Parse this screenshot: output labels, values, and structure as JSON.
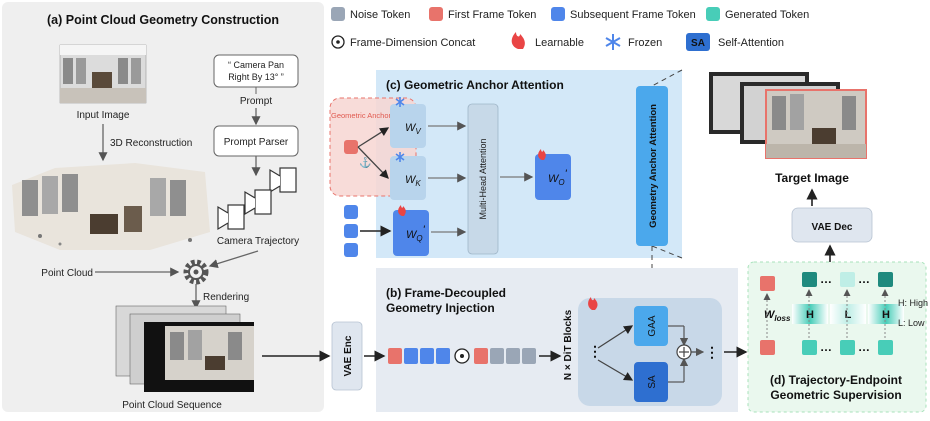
{
  "legend": {
    "noise_token": "Noise Token",
    "first_frame_token": "First Frame Token",
    "subsequent_frame_token": "Subsequent Frame Token",
    "generated_token": "Generated Token",
    "frame_dimension_concat": "Frame-Dimension Concat",
    "learnable": "Learnable",
    "frozen": "Frozen",
    "sa_badge": "SA",
    "self_attention": "Self-Attention"
  },
  "colors": {
    "noise": "#9aa6b6",
    "first_frame": "#e8736b",
    "subsequent": "#4f86ea",
    "generated": "#48cdb8",
    "dark_teal": "#1f8a7e",
    "panel_a": "#efefef",
    "panel_b": "#e6ebf2",
    "panel_c": "#d3e8f8",
    "panel_d": "#eaf8ee"
  },
  "panel_a": {
    "title": "(a) Point Cloud Geometry Construction",
    "input_image": "Input Image",
    "reconstruction": "3D Reconstruction",
    "prompt_text_line1": "“ Camera Pan",
    "prompt_text_line2": "Right By 13° ”",
    "prompt": "Prompt",
    "prompt_parser": "Prompt Parser",
    "camera_trajectory": "Camera Trajectory",
    "point_cloud": "Point Cloud",
    "rendering": "Rendering",
    "point_cloud_sequence": "Point Cloud Sequence"
  },
  "panel_c": {
    "title": "(c) Geometric Anchor Attention",
    "geometric_anchor": "Geometric Anchor",
    "wv_base": "W",
    "wv_sub": "V",
    "wk_base": "W",
    "wk_sub": "K",
    "wq_base": "W",
    "wq_sub": "Q",
    "wq_prime": "'",
    "mha": "Multi-Head Attention",
    "wo_base": "W",
    "wo_sub": "O",
    "wo_prime": "'",
    "gaa_full": "Geometry Anchor Attention"
  },
  "panel_b": {
    "title_line1": "(b) Frame-Decoupled",
    "title_line2": "Geometry Injection",
    "vae_enc": "VAE Enc",
    "dit_blocks": "N × DiT Blocks",
    "gaa": "GAA",
    "sa": "SA"
  },
  "panel_d": {
    "target_image": "Target Image",
    "vae_dec": "VAE Dec",
    "w_loss_base": "W",
    "w_loss_sub": "loss",
    "h1": "H",
    "l": "L",
    "h2": "H",
    "high": "H: High",
    "low": "L: Low",
    "title_line1": "(d) Trajectory-Endpoint",
    "title_line2": "Geometric Supervision",
    "ellipsis": "…"
  }
}
